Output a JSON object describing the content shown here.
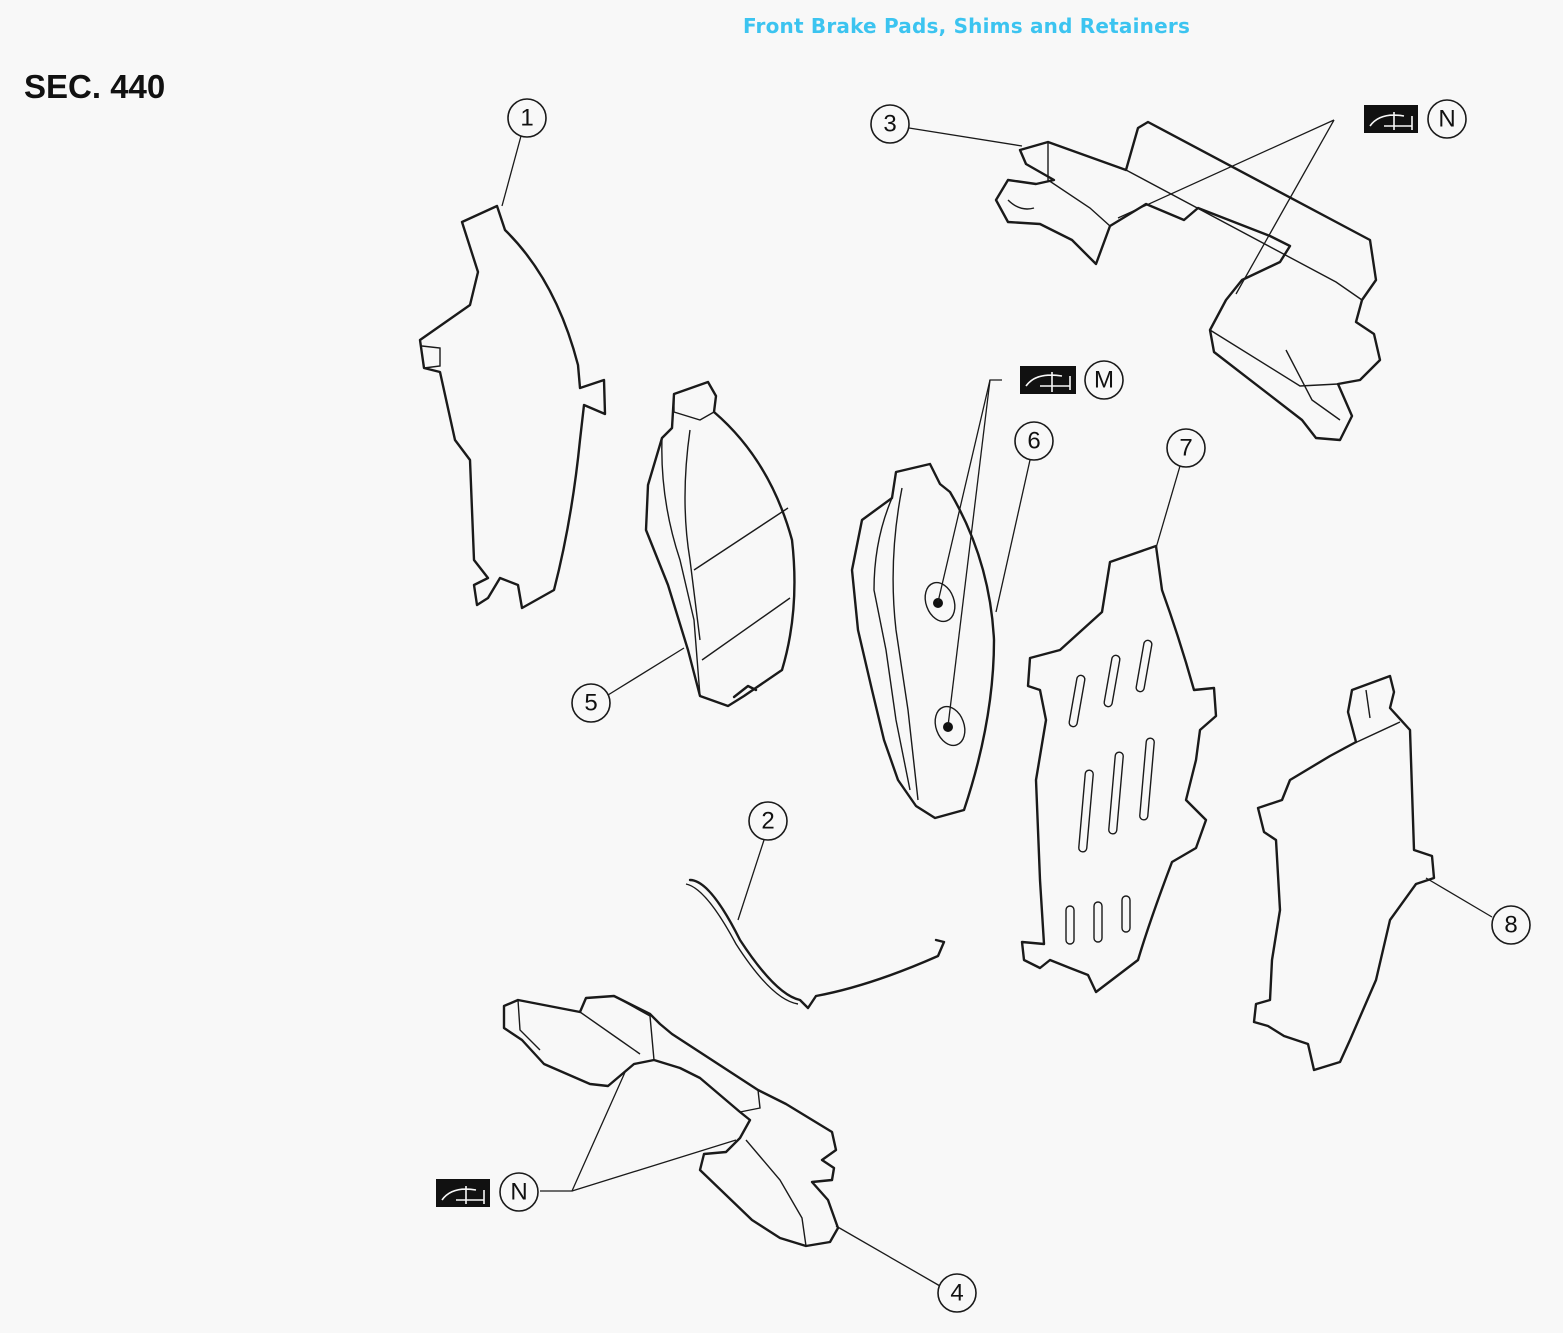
{
  "title": "Front Brake Pads, Shims and Retainers",
  "section": "SEC. 440",
  "callouts": {
    "c1": "1",
    "c2": "2",
    "c3": "3",
    "c4": "4",
    "c5": "5",
    "c6": "6",
    "c7": "7",
    "c8": "8",
    "m": "M",
    "n_top": "N",
    "n_bottom": "N"
  },
  "colors": {
    "title": "#3cc4f0",
    "line": "#1a1a1a",
    "background": "#f8f8f8"
  }
}
